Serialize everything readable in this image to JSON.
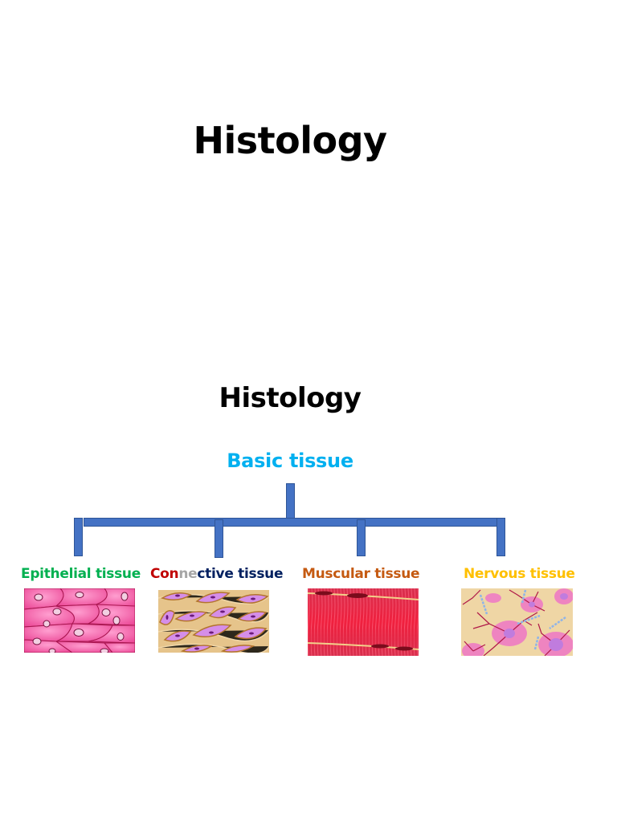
{
  "page": {
    "title": "Histology",
    "diagram_title": "Histology"
  },
  "diagram": {
    "root": {
      "label": "Basic tissue",
      "color": "#00b0f0"
    },
    "connector_color": "#4472c4",
    "children": [
      {
        "label": "Epithelial tissue",
        "color": "#00b050",
        "image": "epithelial-tissue-illustration"
      },
      {
        "label_parts": [
          {
            "text": "Con",
            "color": "#c00000"
          },
          {
            "text": "ne",
            "color": "#a6a6a6"
          },
          {
            "text": "ctive tissue",
            "color": "#002060"
          }
        ],
        "label": "Connective tissue",
        "image": "connective-tissue-illustration"
      },
      {
        "label": "Muscular tissue",
        "color": "#c55a11",
        "image": "muscular-tissue-illustration"
      },
      {
        "label": "Nervous tissue",
        "color": "#ffc000",
        "image": "nervous-tissue-illustration"
      }
    ]
  }
}
